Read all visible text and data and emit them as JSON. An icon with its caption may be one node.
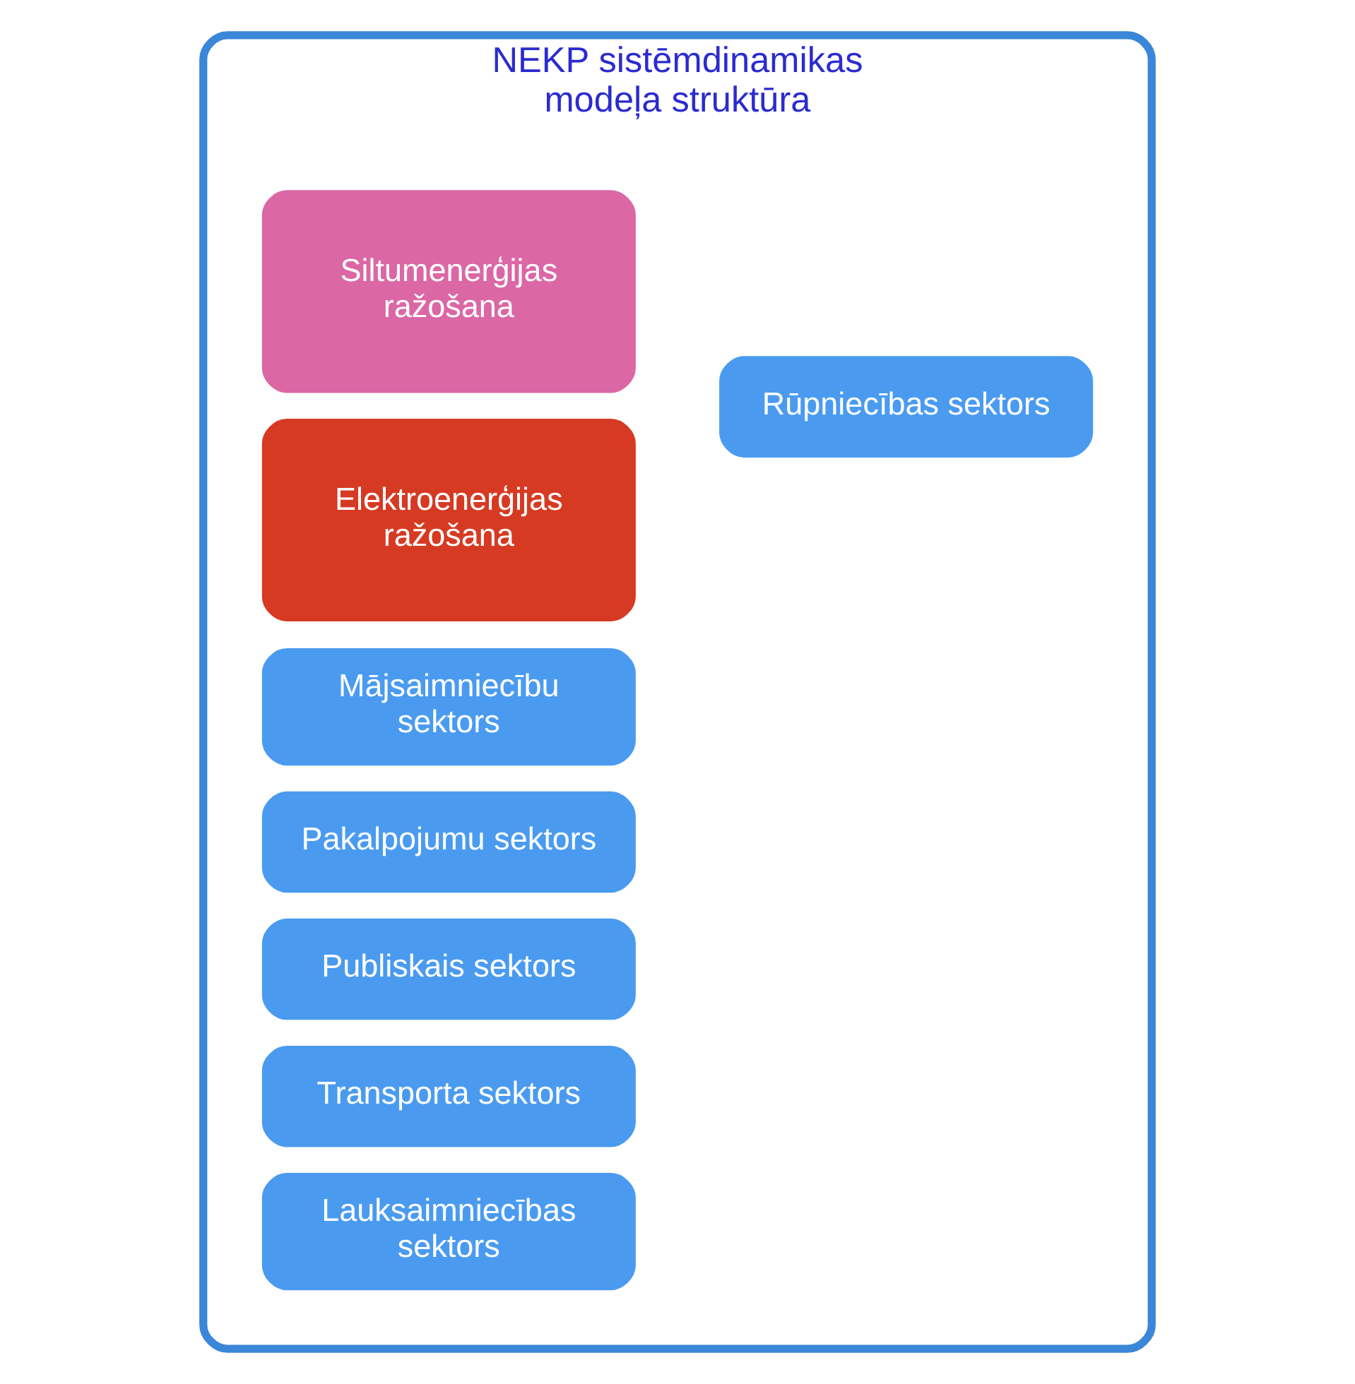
{
  "diagram": {
    "nodes": [
      {
        "text": [
          "NEKP sistēmdinamikas modeļa struktūra"
        ]
      },
      {
        "text": [
          "Siltumenerģijas ražošana"
        ],
        "in": 0
      },
      {
        "text": [
          "Elektroenerģijas ražošana"
        ],
        "in": 0
      },
      {
        "text": [
          "Rūpniecības sektors"
        ],
        "in": 0
      },
      {
        "text": [
          "Mājsaimniecību sektors"
        ],
        "in": 0
      },
      {
        "text": [
          "Pakalpojumu sektors"
        ],
        "in": 0
      },
      {
        "text": [
          "Publiskais sektors"
        ],
        "in": 0
      },
      {
        "text": [
          "Transporta sektors"
        ],
        "in": 0
      },
      {
        "text": [
          "Lauksaimniecības sektors"
        ],
        "in": 0
      }
    ]
  }
}
